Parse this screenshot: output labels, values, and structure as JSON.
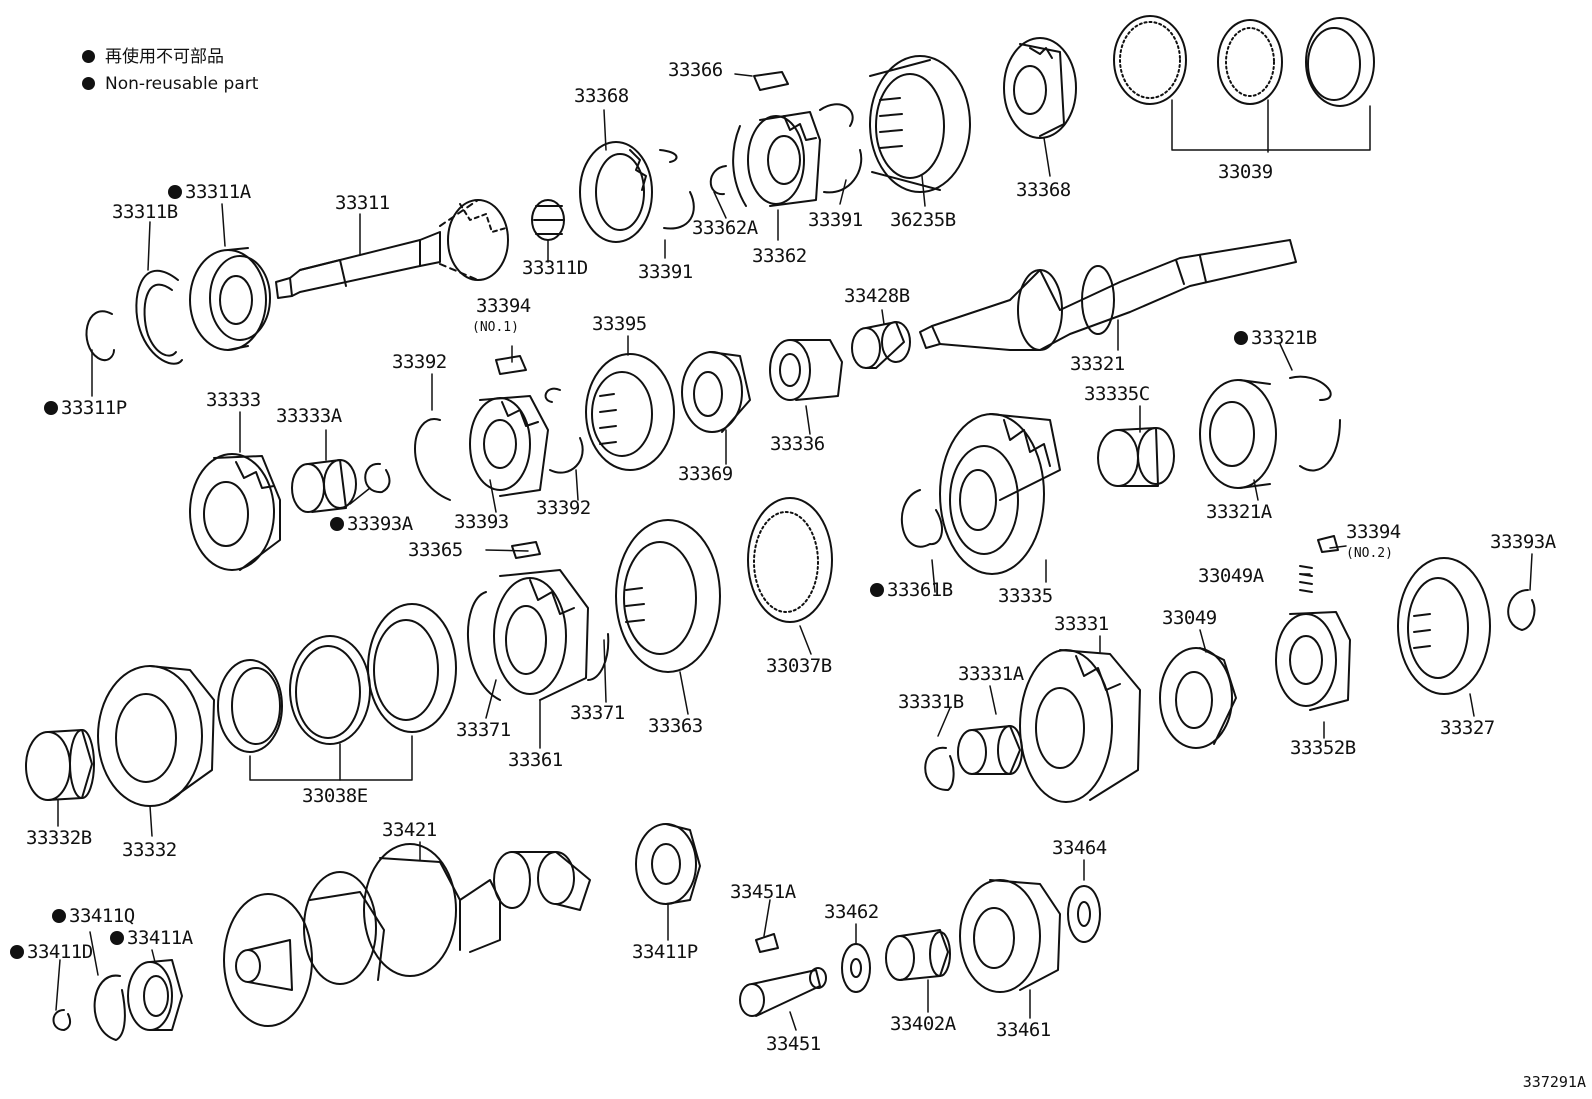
{
  "legend": {
    "items": [
      {
        "text": "再使用不可部品"
      },
      {
        "text": "Non-reusable part"
      }
    ]
  },
  "diagram_ref": "337291A",
  "labels": [
    {
      "id": "33366",
      "text": "33366",
      "dot": false
    },
    {
      "id": "33368a",
      "text": "33368",
      "dot": false
    },
    {
      "id": "33311A",
      "text": "33311A",
      "dot": true
    },
    {
      "id": "33311B",
      "text": "33311B",
      "dot": false
    },
    {
      "id": "33311",
      "text": "33311",
      "dot": false
    },
    {
      "id": "33311D",
      "text": "33311D",
      "dot": false
    },
    {
      "id": "33391a",
      "text": "33391",
      "dot": false
    },
    {
      "id": "33362A",
      "text": "33362A",
      "dot": false
    },
    {
      "id": "33362",
      "text": "33362",
      "dot": false
    },
    {
      "id": "33391b",
      "text": "33391",
      "dot": false
    },
    {
      "id": "36235B",
      "text": "36235B",
      "dot": false
    },
    {
      "id": "33368b",
      "text": "33368",
      "dot": false
    },
    {
      "id": "33039",
      "text": "33039",
      "dot": false
    },
    {
      "id": "33311P",
      "text": "33311P",
      "dot": true
    },
    {
      "id": "33394a",
      "text": "33394",
      "dot": false
    },
    {
      "id": "33394a_sub",
      "text": "(NO.1)",
      "dot": false,
      "sub": true
    },
    {
      "id": "33395",
      "text": "33395",
      "dot": false
    },
    {
      "id": "33428B",
      "text": "33428B",
      "dot": false
    },
    {
      "id": "33321",
      "text": "33321",
      "dot": false
    },
    {
      "id": "33321B",
      "text": "33321B",
      "dot": true
    },
    {
      "id": "33392a",
      "text": "33392",
      "dot": false
    },
    {
      "id": "33333",
      "text": "33333",
      "dot": false
    },
    {
      "id": "33333A",
      "text": "33333A",
      "dot": false
    },
    {
      "id": "33336",
      "text": "33336",
      "dot": false
    },
    {
      "id": "33369",
      "text": "33369",
      "dot": false
    },
    {
      "id": "33335C",
      "text": "33335C",
      "dot": false
    },
    {
      "id": "33392b",
      "text": "33392",
      "dot": false
    },
    {
      "id": "33393A_l",
      "text": "33393A",
      "dot": true
    },
    {
      "id": "33393",
      "text": "33393",
      "dot": false
    },
    {
      "id": "33321A",
      "text": "33321A",
      "dot": false
    },
    {
      "id": "33365",
      "text": "33365",
      "dot": false
    },
    {
      "id": "33394b",
      "text": "33394",
      "dot": false
    },
    {
      "id": "33394b_sub",
      "text": "(NO.2)",
      "dot": false,
      "sub": true
    },
    {
      "id": "33393A_r",
      "text": "33393A",
      "dot": false
    },
    {
      "id": "33049A",
      "text": "33049A",
      "dot": false
    },
    {
      "id": "33361B",
      "text": "33361B",
      "dot": true
    },
    {
      "id": "33335",
      "text": "33335",
      "dot": false
    },
    {
      "id": "33037B",
      "text": "33037B",
      "dot": false
    },
    {
      "id": "33331",
      "text": "33331",
      "dot": false
    },
    {
      "id": "33049",
      "text": "33049",
      "dot": false
    },
    {
      "id": "33331A",
      "text": "33331A",
      "dot": false
    },
    {
      "id": "33331B",
      "text": "33331B",
      "dot": false
    },
    {
      "id": "33371a",
      "text": "33371",
      "dot": false
    },
    {
      "id": "33371b",
      "text": "33371",
      "dot": false
    },
    {
      "id": "33363",
      "text": "33363",
      "dot": false
    },
    {
      "id": "33361",
      "text": "33361",
      "dot": false
    },
    {
      "id": "33352B",
      "text": "33352B",
      "dot": false
    },
    {
      "id": "33327",
      "text": "33327",
      "dot": false
    },
    {
      "id": "33038E",
      "text": "33038E",
      "dot": false
    },
    {
      "id": "33332B",
      "text": "33332B",
      "dot": false
    },
    {
      "id": "33332",
      "text": "33332",
      "dot": false
    },
    {
      "id": "33421",
      "text": "33421",
      "dot": false
    },
    {
      "id": "33464",
      "text": "33464",
      "dot": false
    },
    {
      "id": "33411Q",
      "text": "33411Q",
      "dot": true
    },
    {
      "id": "33411A",
      "text": "33411A",
      "dot": true
    },
    {
      "id": "33411D",
      "text": "33411D",
      "dot": true
    },
    {
      "id": "33411P",
      "text": "33411P",
      "dot": false
    },
    {
      "id": "33451A",
      "text": "33451A",
      "dot": false
    },
    {
      "id": "33462",
      "text": "33462",
      "dot": false
    },
    {
      "id": "33451",
      "text": "33451",
      "dot": false
    },
    {
      "id": "33402A",
      "text": "33402A",
      "dot": false
    },
    {
      "id": "33461",
      "text": "33461",
      "dot": false
    }
  ]
}
